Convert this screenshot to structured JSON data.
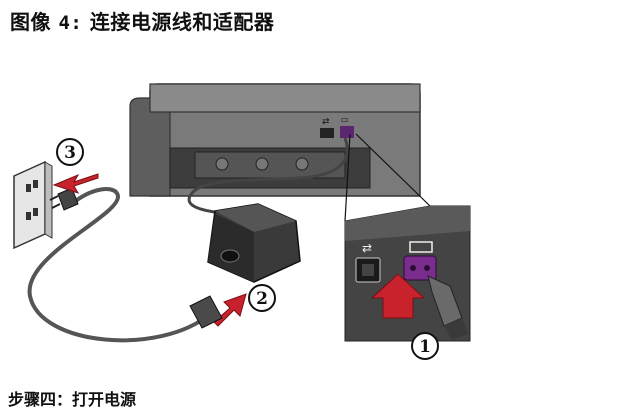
{
  "figure": {
    "label": "图像",
    "number": "4:",
    "caption": "连接电源线和适配器"
  },
  "steps": {
    "s1": "1",
    "s2": "2",
    "s3": "3"
  },
  "next_section": {
    "heading": "步骤四：打开电源"
  },
  "colors": {
    "printer_body": "#6b6b6b",
    "printer_dark": "#4a4a4a",
    "arrow_red": "#c8232c",
    "port_purple": "#7b2d8e",
    "cord": "#555555",
    "wall_plate": "#e6e6e6"
  },
  "icons": [
    "usb-icon",
    "power-port-icon",
    "red-arrow-icon"
  ]
}
